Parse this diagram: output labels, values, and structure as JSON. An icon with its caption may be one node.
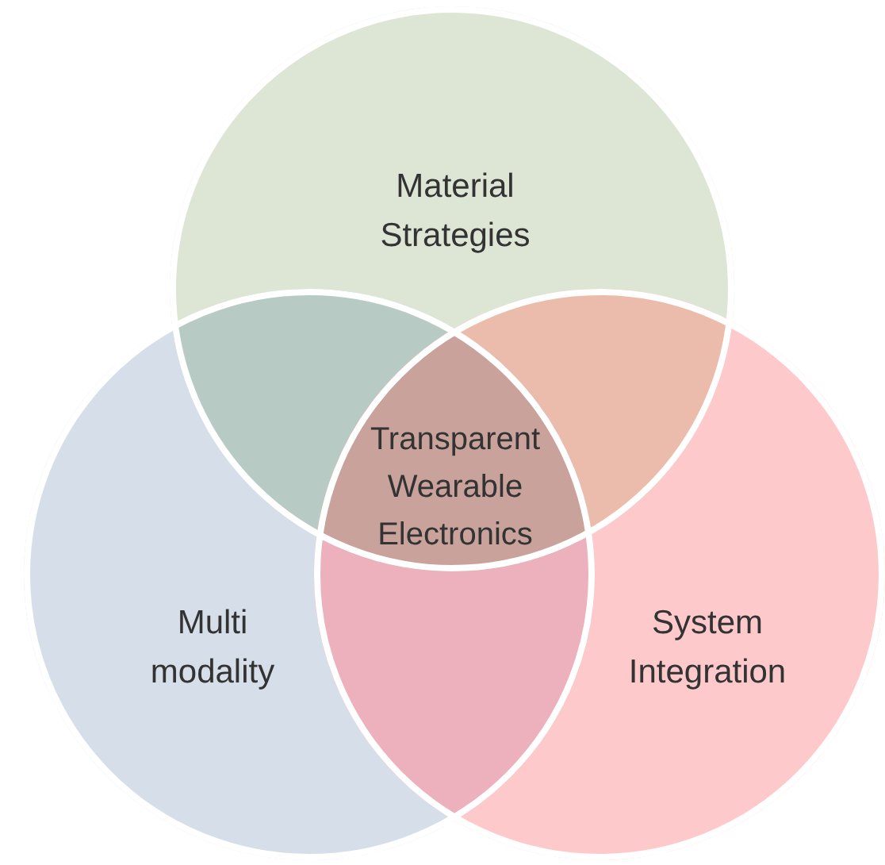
{
  "diagram": {
    "nodes": [
      {
        "text": [
          "Material Strategies"
        ]
      },
      {
        "text": [
          "Multi modality"
        ]
      },
      {
        "text": [
          "System Integration"
        ]
      },
      {
        "text": [
          "Transparent Wearable Electronics"
        ]
      }
    ]
  }
}
